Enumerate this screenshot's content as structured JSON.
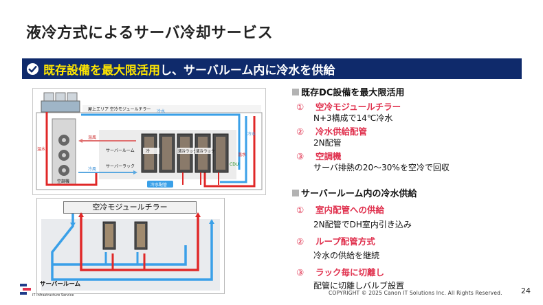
{
  "title": "液冷方式によるサーバ冷却サービス",
  "banner": {
    "highlight": "既存設備を最大限活用",
    "rest": "し、サーバルーム内に冷水を供給",
    "bg_color": "#0f2a6b",
    "highlight_color": "#ffe600"
  },
  "diagram1": {
    "roof_label": "屋上エリア 空冷モジュールチラー",
    "cold_water_top": "冷水",
    "cold_water_right": "冷水",
    "warm_water_left": "温水",
    "warm_water_right": "温水",
    "warm_air": "温風",
    "cold_air": "冷風",
    "server_room": "サーバールーム",
    "server_rack": "サーバーラック",
    "air_conditioner": "空調機",
    "cold_rack": "冷",
    "liquid_rack_1": "液冷ラック",
    "liquid_rack_2": "液冷ラック",
    "cdu": "CDU",
    "piping": "冷水配管"
  },
  "diagram2": {
    "chiller": "空冷モジュールチラー"
  },
  "section1": {
    "heading": "既存DC設備を最大限活用",
    "items": [
      {
        "num": "①",
        "label": "空冷モジュールチラー",
        "detail": "N+3構成で14℃冷水"
      },
      {
        "num": "②",
        "label": "冷水供給配管",
        "detail": "2N配管"
      },
      {
        "num": "③",
        "label": "空調機",
        "detail": "サーバ排熱の20～30%を空冷で回収"
      }
    ]
  },
  "section2": {
    "heading": "サーバールーム内の冷水供給",
    "items": [
      {
        "num": "①",
        "label": "室内配管への供給",
        "detail": "2N配管でDH室内引き込み"
      },
      {
        "num": "②",
        "label": "ループ配管方式",
        "detail": "冷水の供給を継続"
      },
      {
        "num": "③",
        "label": "ラック毎に切離し",
        "detail": "配管に切離しバルブ設置"
      }
    ]
  },
  "footer": {
    "logo_label": "サーバールーム",
    "logo_sub": "IT Infrastructure Service",
    "copyright": "COPYRIGHT © 2025 Canon IT Solutions Inc. All Rights Reserved.",
    "page": "24"
  },
  "colors": {
    "red_item": "#e0314e",
    "hot_pipe": "#e02828",
    "cold_pipe": "#3aa0e8"
  }
}
